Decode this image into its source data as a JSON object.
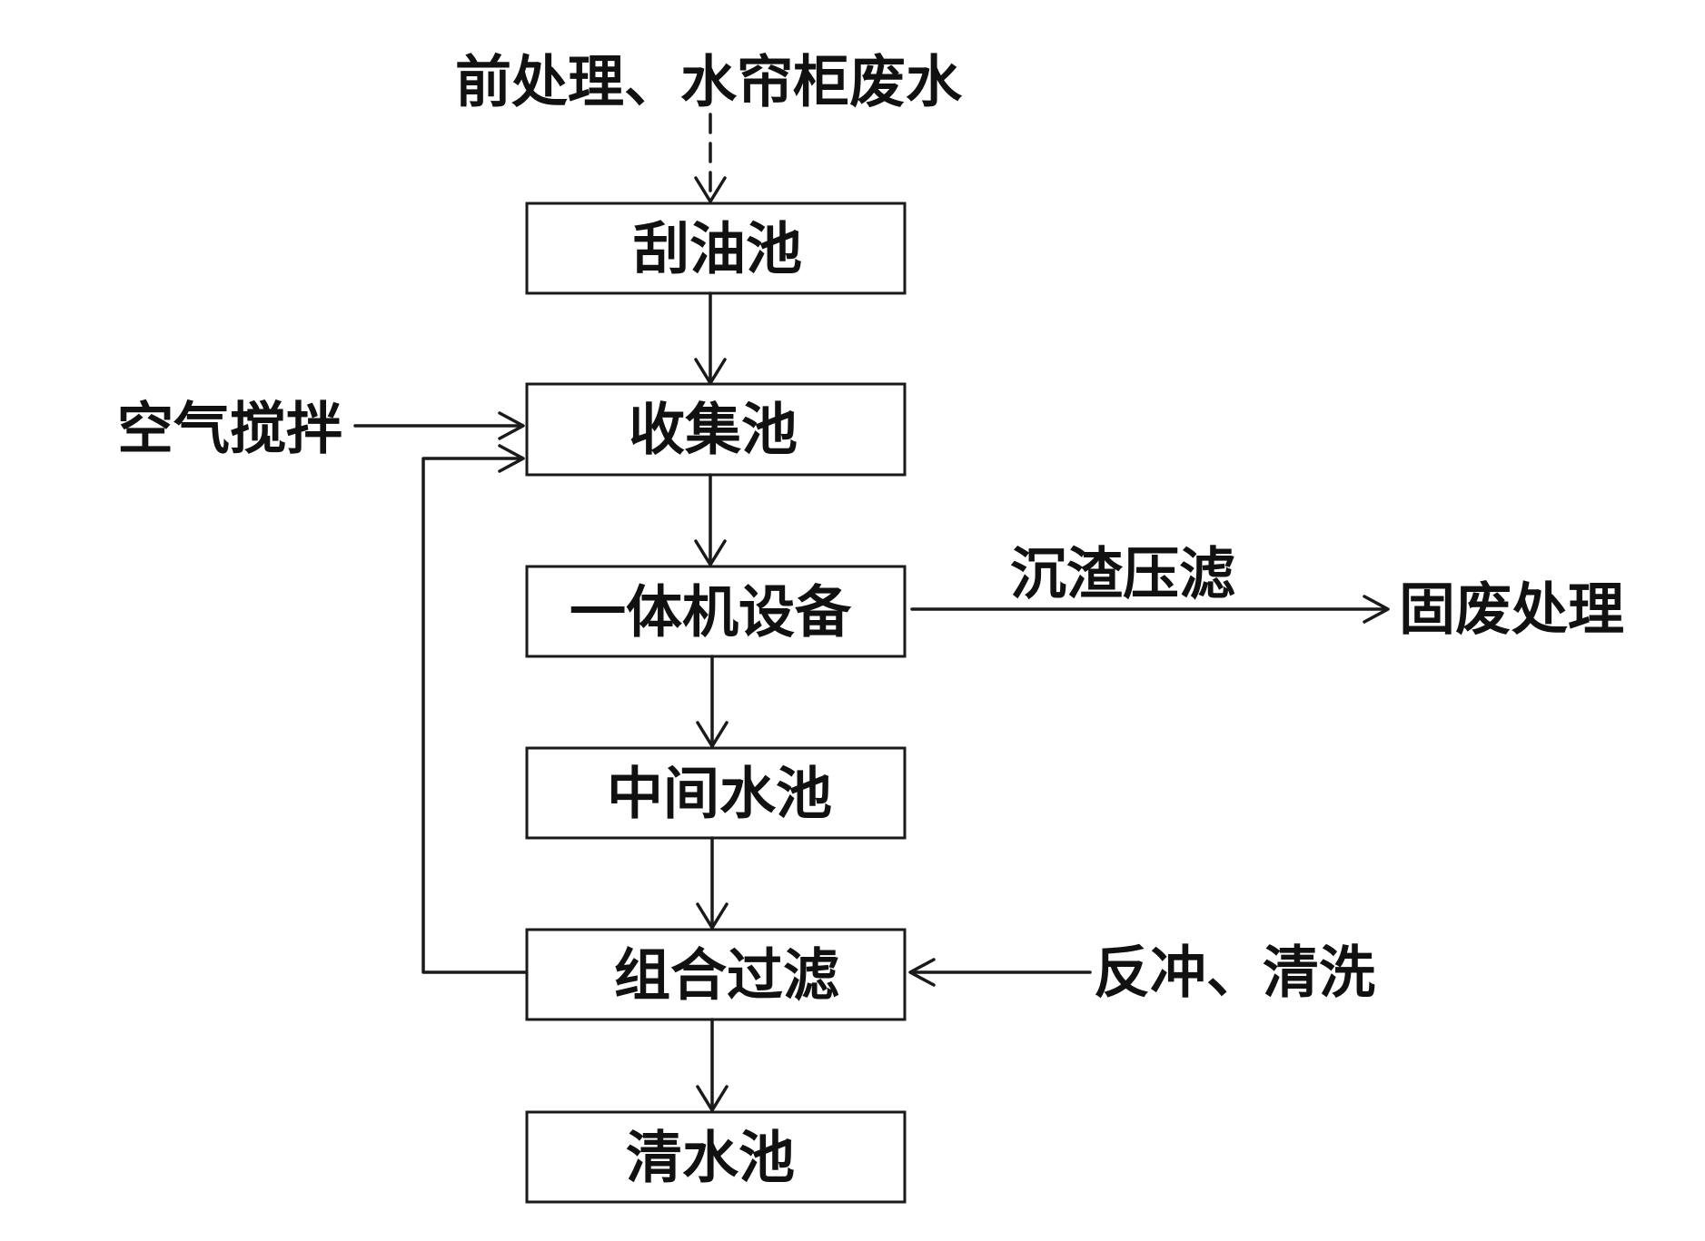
{
  "input_label": "前处理、水帘柜废水",
  "nodes": {
    "oil_skimming_tank": "刮油池",
    "collection_tank": "收集池",
    "integrated_equipment": "一体机设备",
    "intermediate_tank": "中间水池",
    "combined_filtration": "组合过滤",
    "clean_water_tank": "清水池"
  },
  "side_labels": {
    "air_agitation": "空气搅拌",
    "sludge_press_filtration": "沉渣压滤",
    "solid_waste_treatment": "固废处理",
    "backwash_cleaning": "反冲、清洗"
  },
  "colors": {
    "stroke": "#1a1a1a",
    "text": "#111111",
    "background": "#ffffff"
  }
}
